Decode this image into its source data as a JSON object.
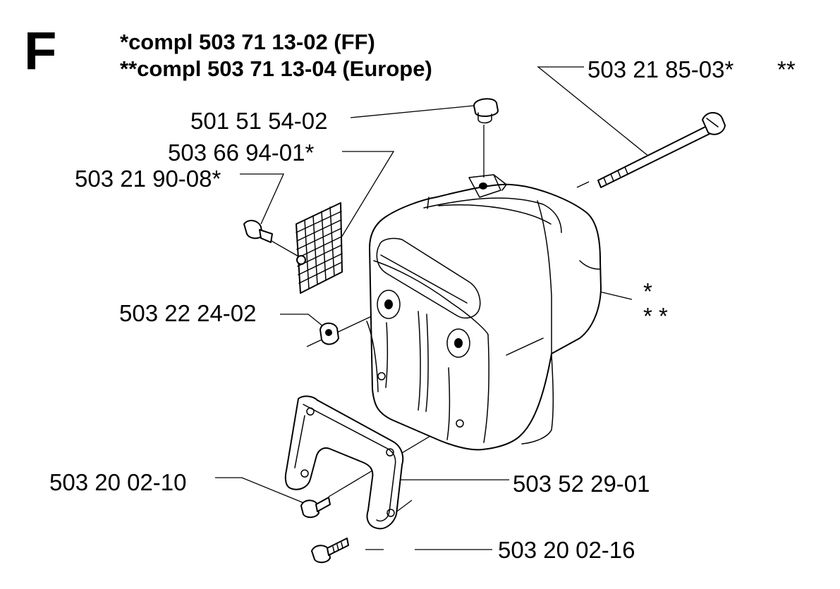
{
  "section_letter": "F",
  "header": {
    "line1": "*compl 503 71 13-02 (FF)",
    "line2": "**compl 503 71 13-04 (Europe)"
  },
  "labels": {
    "screw_long": "503 21 85-03*",
    "screw_long_suffix": "**",
    "cap": "501 51 54-02",
    "screen": "503 66 94-01*",
    "screen_screw": "503 21 90-08*",
    "nut": "503 22 24-02",
    "muffler_star": "*",
    "muffler_stars": "* *",
    "bracket": "503 52 29-01",
    "bolt_upper": "503 20 02-10",
    "bolt_lower": "503 20 02-16"
  },
  "icons": {
    "muffler": "muffler-icon",
    "bracket": "bracket-icon",
    "spark_screen": "spark-screen-icon"
  }
}
